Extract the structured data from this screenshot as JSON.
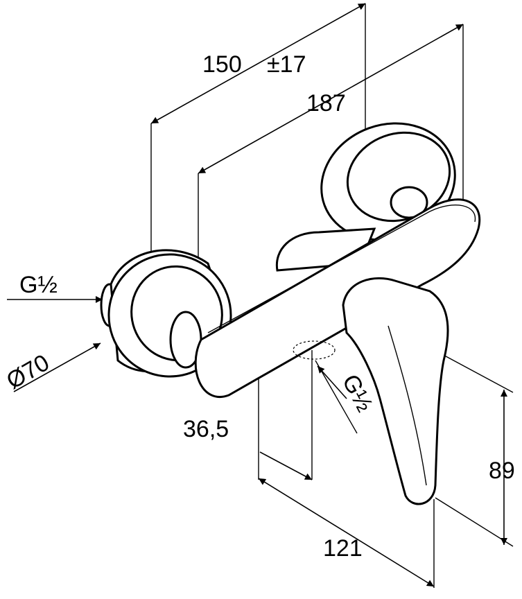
{
  "drawing": {
    "dimensions": {
      "width_150": "150",
      "tolerance": "±17",
      "width_187": "187",
      "inlet_thread_left": "G½",
      "escutcheon_diameter": "Ø70",
      "outlet_thread": "G½",
      "outlet_offset": "36,5",
      "depth_121": "121",
      "height_89": "89"
    },
    "line_color": "#000000",
    "background_color": "#ffffff"
  }
}
